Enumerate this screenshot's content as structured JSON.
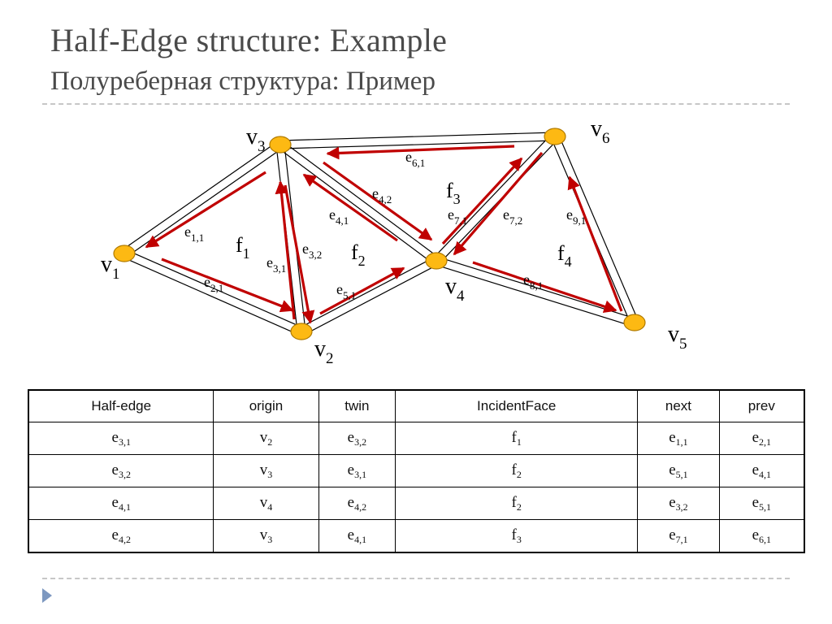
{
  "header": {
    "title": "Half-Edge structure: Example",
    "subtitle": "Полуреберная структура: Пример"
  },
  "colors": {
    "vertex_fill": "#fdb913",
    "vertex_stroke": "#b07a00",
    "arrow": "#c00000",
    "edge": "#000000",
    "divider": "#c7c7c7",
    "bullet": "#7d98c0"
  },
  "diagram": {
    "vertices": [
      {
        "id": "v1",
        "base": "v",
        "sub": "1"
      },
      {
        "id": "v2",
        "base": "v",
        "sub": "2"
      },
      {
        "id": "v3",
        "base": "v",
        "sub": "3"
      },
      {
        "id": "v4",
        "base": "v",
        "sub": "4"
      },
      {
        "id": "v5",
        "base": "v",
        "sub": "5"
      },
      {
        "id": "v6",
        "base": "v",
        "sub": "6"
      }
    ],
    "edges": [
      [
        "v1",
        "v3"
      ],
      [
        "v1",
        "v2"
      ],
      [
        "v2",
        "v3"
      ],
      [
        "v3",
        "v4"
      ],
      [
        "v2",
        "v4"
      ],
      [
        "v3",
        "v6"
      ],
      [
        "v4",
        "v6"
      ],
      [
        "v4",
        "v5"
      ],
      [
        "v5",
        "v6"
      ]
    ],
    "faces": [
      {
        "id": "f1",
        "base": "f",
        "sub": "1"
      },
      {
        "id": "f2",
        "base": "f",
        "sub": "2"
      },
      {
        "id": "f3",
        "base": "f",
        "sub": "3"
      },
      {
        "id": "f4",
        "base": "f",
        "sub": "4"
      }
    ],
    "half_edges": [
      {
        "id": "e11",
        "base": "e",
        "sub": "1,1"
      },
      {
        "id": "e21",
        "base": "e",
        "sub": "2,1"
      },
      {
        "id": "e31",
        "base": "e",
        "sub": "3,1"
      },
      {
        "id": "e32",
        "base": "e",
        "sub": "3,2"
      },
      {
        "id": "e41",
        "base": "e",
        "sub": "4,1"
      },
      {
        "id": "e42",
        "base": "e",
        "sub": "4,2"
      },
      {
        "id": "e51",
        "base": "e",
        "sub": "5,1"
      },
      {
        "id": "e61",
        "base": "e",
        "sub": "6,1"
      },
      {
        "id": "e71",
        "base": "e",
        "sub": "7,1"
      },
      {
        "id": "e72",
        "base": "e",
        "sub": "7,2"
      },
      {
        "id": "e81",
        "base": "e",
        "sub": "8,1"
      },
      {
        "id": "e91",
        "base": "e",
        "sub": "9,1"
      }
    ]
  },
  "table": {
    "headers": [
      "Half-edge",
      "origin",
      "twin",
      "IncidentFace",
      "next",
      "prev"
    ],
    "rows": [
      [
        {
          "b": "e",
          "s": "3,1"
        },
        {
          "b": "v",
          "s": "2"
        },
        {
          "b": "e",
          "s": "3,2"
        },
        {
          "b": "f",
          "s": "1"
        },
        {
          "b": "e",
          "s": "1,1"
        },
        {
          "b": "e",
          "s": "2,1"
        }
      ],
      [
        {
          "b": "e",
          "s": "3,2"
        },
        {
          "b": "v",
          "s": "3"
        },
        {
          "b": "e",
          "s": "3,1"
        },
        {
          "b": "f",
          "s": "2"
        },
        {
          "b": "e",
          "s": "5,1"
        },
        {
          "b": "e",
          "s": "4,1"
        }
      ],
      [
        {
          "b": "e",
          "s": "4,1"
        },
        {
          "b": "v",
          "s": "4"
        },
        {
          "b": "e",
          "s": "4,2"
        },
        {
          "b": "f",
          "s": "2"
        },
        {
          "b": "e",
          "s": "3,2"
        },
        {
          "b": "e",
          "s": "5,1"
        }
      ],
      [
        {
          "b": "e",
          "s": "4,2"
        },
        {
          "b": "v",
          "s": "3"
        },
        {
          "b": "e",
          "s": "4,1"
        },
        {
          "b": "f",
          "s": "3"
        },
        {
          "b": "e",
          "s": "7,1"
        },
        {
          "b": "e",
          "s": "6,1"
        }
      ]
    ]
  }
}
